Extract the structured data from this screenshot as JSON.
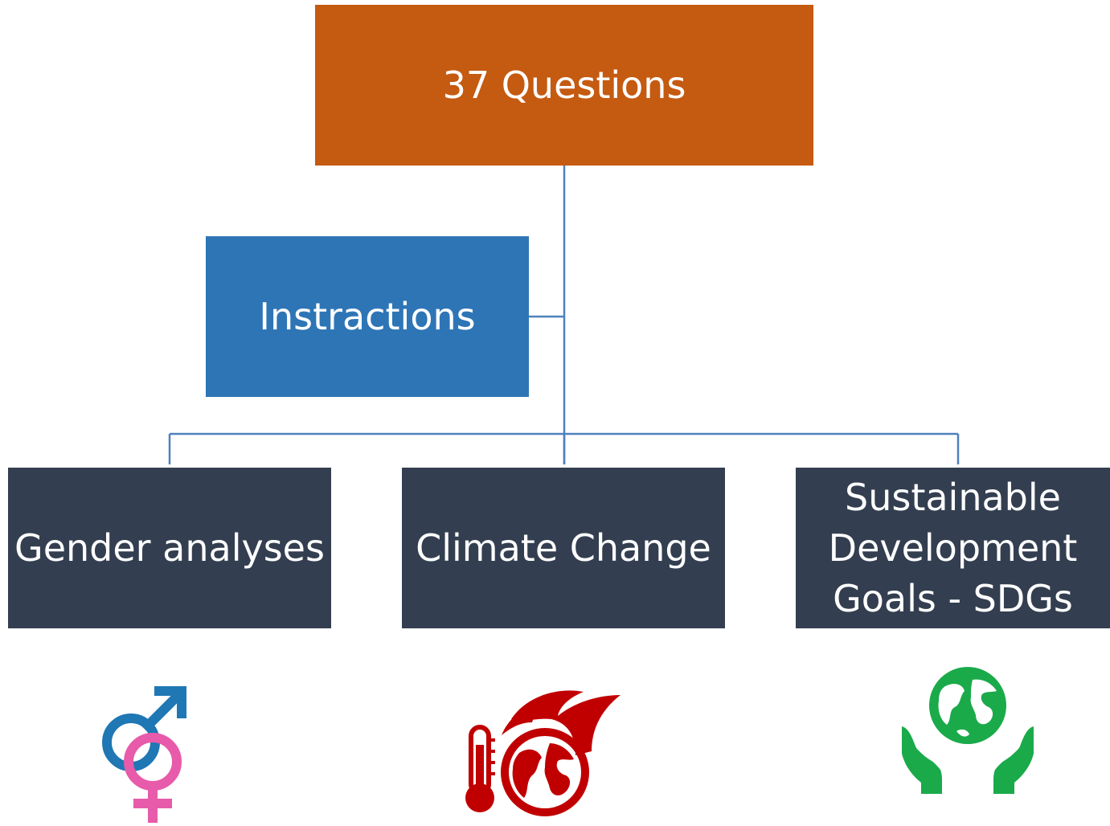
{
  "root": {
    "label": "37 Questions",
    "color": "#C55A11"
  },
  "assistant": {
    "label": "Instractions",
    "color": "#2E75B6"
  },
  "children": [
    {
      "lines": [
        "Gender analyses"
      ],
      "icon": "gender-symbol-icon"
    },
    {
      "lines": [
        "Climate Change"
      ],
      "icon": "global-warming-icon"
    },
    {
      "lines": [
        "Sustainable",
        "Development",
        "Goals - SDGs"
      ],
      "icon": "globe-in-hands-icon"
    }
  ],
  "child_color": "#333F50",
  "connector_color": "#4F81BD",
  "icon_colors": {
    "male": "#1F77B4",
    "female": "#E75BAA",
    "climate": "#C00000",
    "sdg": "#1AAA4A"
  }
}
